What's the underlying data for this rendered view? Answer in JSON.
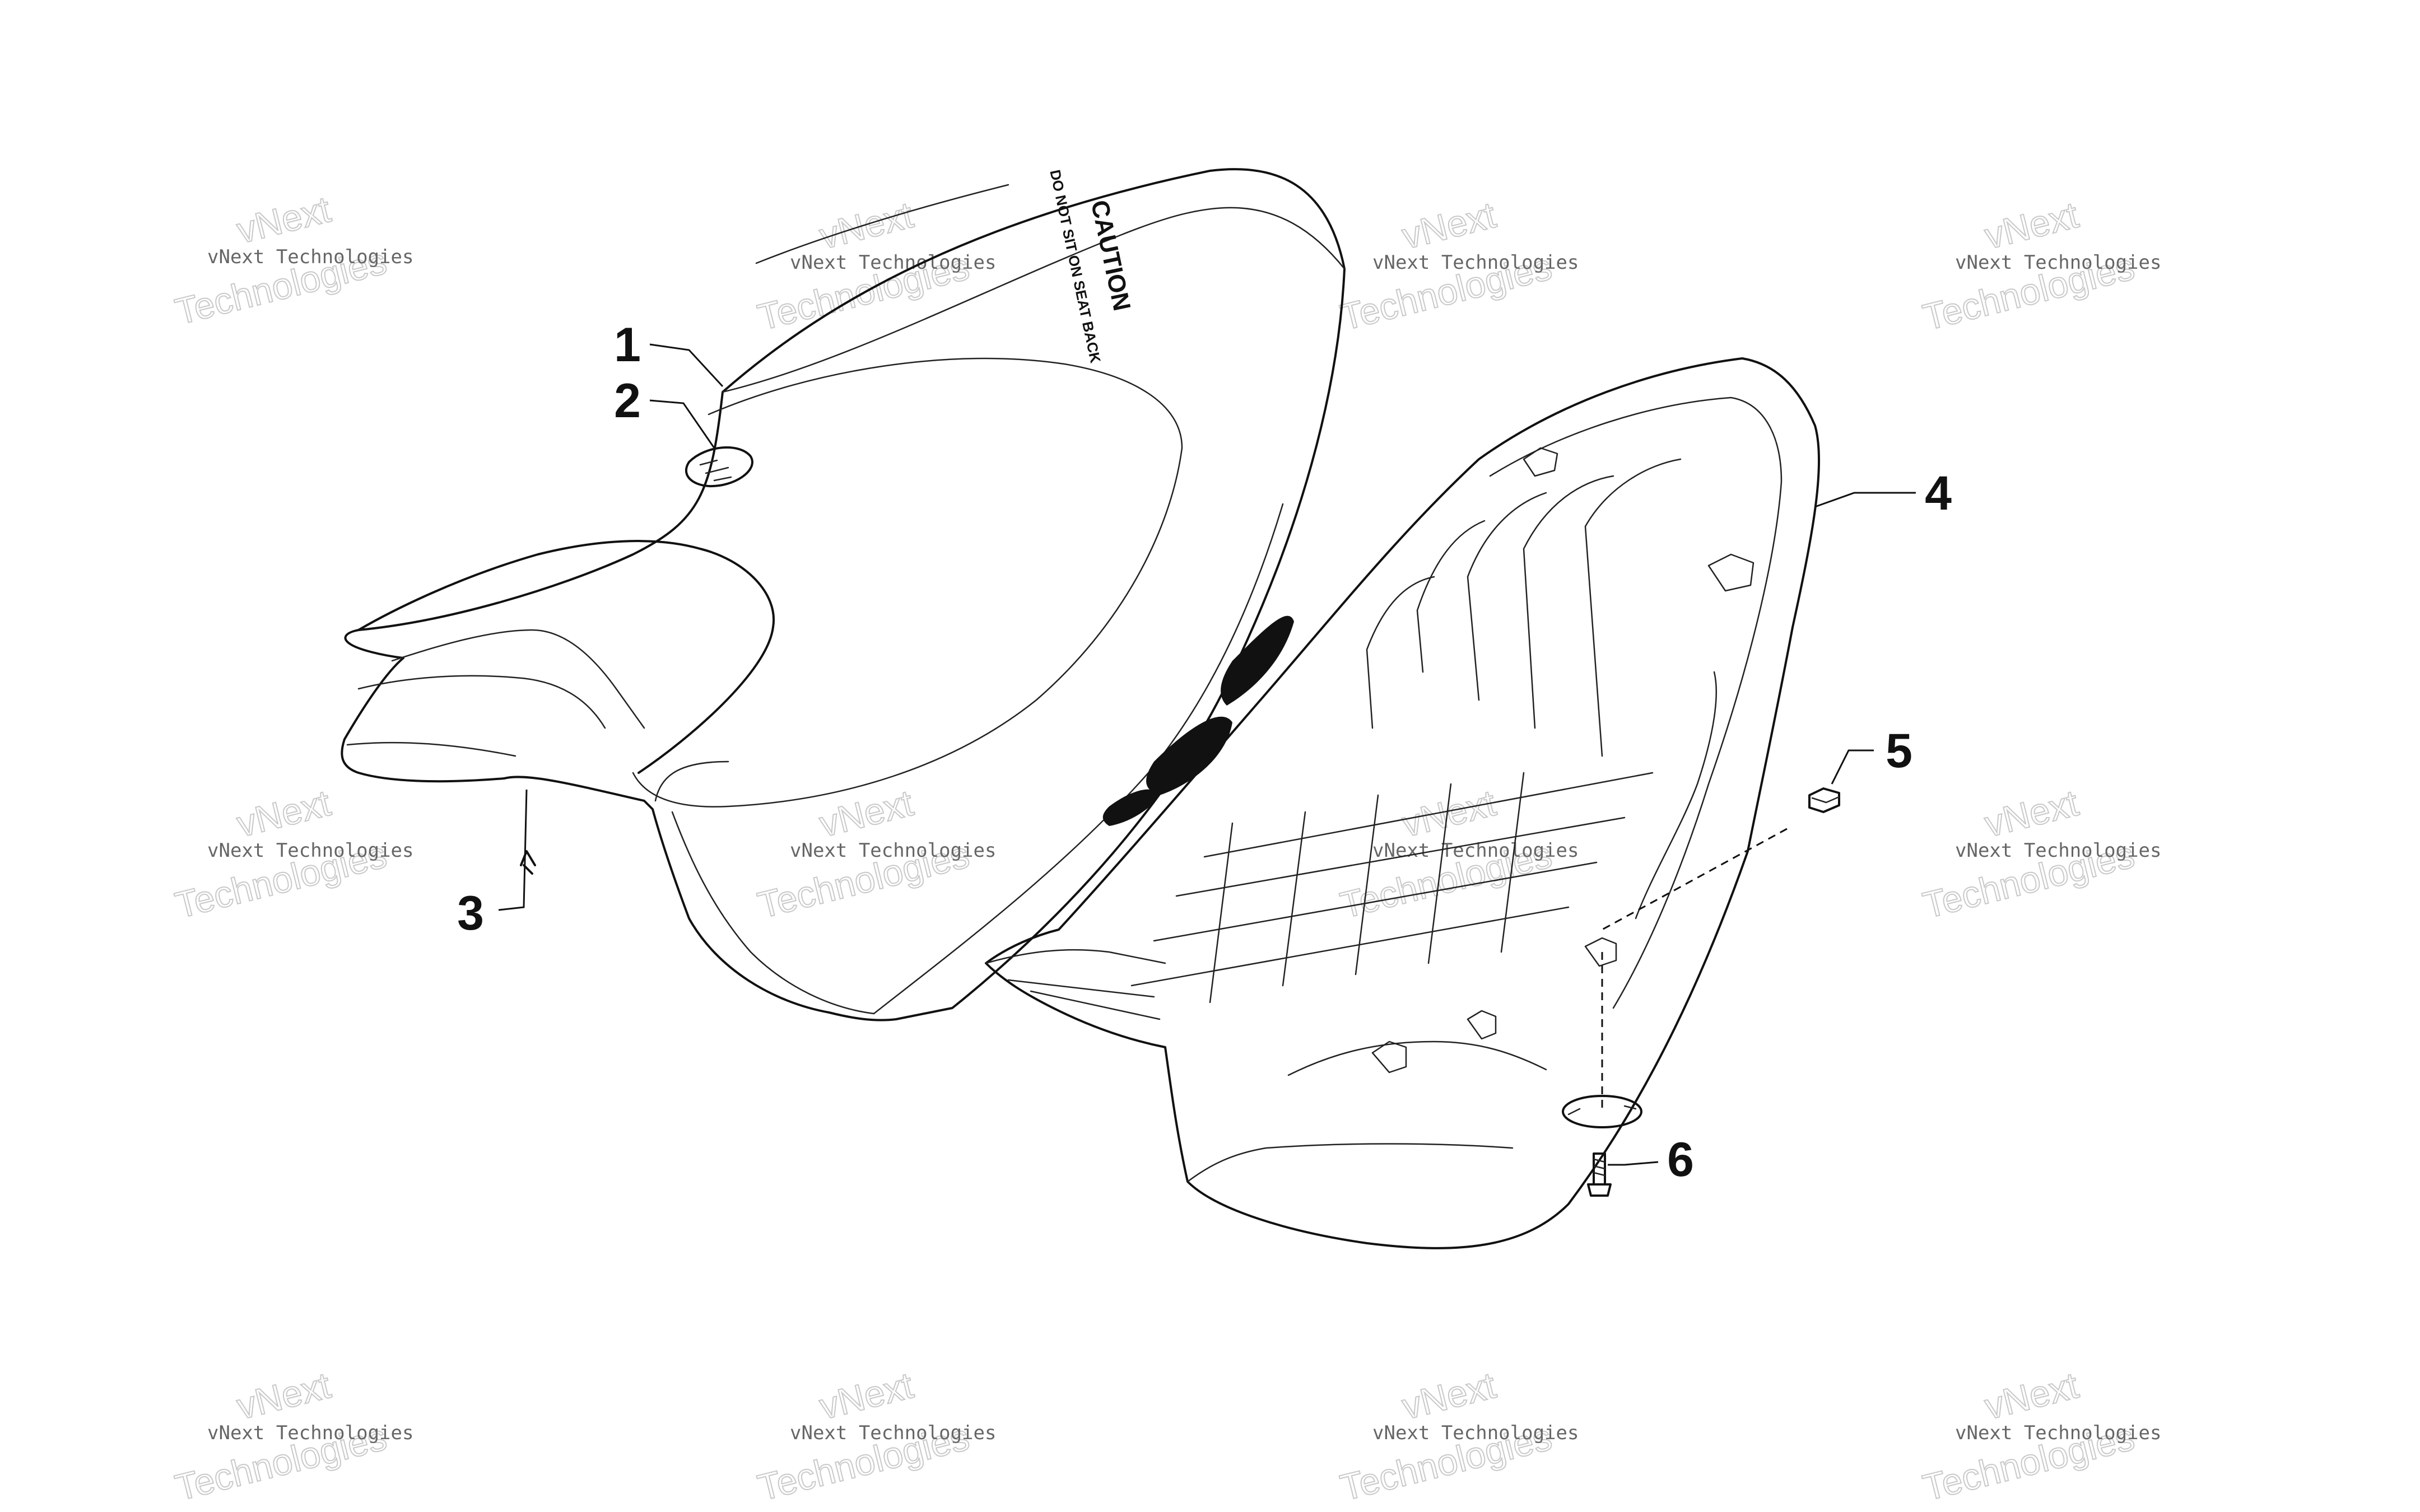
{
  "diagram": {
    "callouts": [
      {
        "id": "1",
        "label": "1"
      },
      {
        "id": "2",
        "label": "2"
      },
      {
        "id": "3",
        "label": "3"
      },
      {
        "id": "4",
        "label": "4"
      },
      {
        "id": "5",
        "label": "5"
      },
      {
        "id": "6",
        "label": "6"
      }
    ],
    "seat_decal": {
      "heading": "CAUTION",
      "text": "DO NOT SIT ON SEAT BACK"
    },
    "watermark": {
      "small_text": "vNext Technologies",
      "large_text": "Technologies",
      "brand_text": "vNext"
    }
  }
}
